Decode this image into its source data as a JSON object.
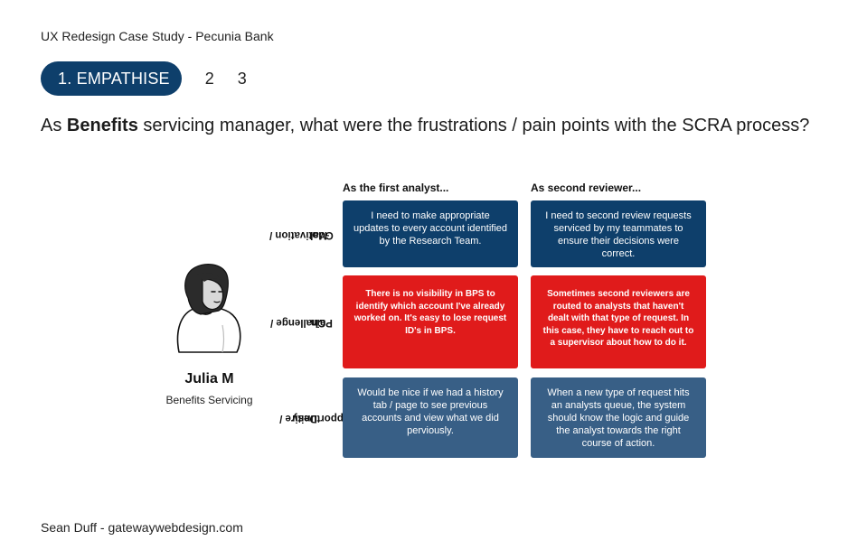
{
  "header": {
    "title": "UX Redesign Case Study - Pecunia Bank"
  },
  "steps": {
    "active": "1. EMPATHISE",
    "step2": "2",
    "step3": "3"
  },
  "question": {
    "prefix": "As ",
    "bold": "Benefits",
    "suffix": " servicing manager, what were the frustrations / pain points with the SCRA process?"
  },
  "persona": {
    "name": "Julia M",
    "role": "Benefits Servicing",
    "avatar_icon": "woman-avatar-icon"
  },
  "columns": [
    "As the first analyst...",
    "As second reviewer..."
  ],
  "rows": [
    {
      "label_line1": "Motivation /",
      "label_line2": "Goal",
      "cells": [
        "I need to make appropriate updates to every account identified by the Research Team.",
        "I need to second review requests serviced by my teammates to ensure their decisions were correct."
      ]
    },
    {
      "label_line1": "Challenge /",
      "label_line2": "Pain",
      "cells": [
        "There is no visibility in BPS to identify which account I've already worked on. It's easy to lose request ID's in BPS.",
        "Sometimes second reviewers are routed to analysts that haven't dealt with that type of request. In this case, they have to reach out to a supervisor about how to do it."
      ]
    },
    {
      "label_line1": "Desire /",
      "label_line2": "Opportunity",
      "cells": [
        "Would be nice if we had a history tab / page to see previous accounts and view what we did perviously.",
        "When a new type of request hits an analysts queue, the system should know the logic and guide the analyst towards the right course of action."
      ]
    }
  ],
  "colors": {
    "navy": "#0e3f6b",
    "red": "#e01b1b",
    "slate": "#385f86"
  },
  "footer": {
    "credit": "Sean Duff - gatewaywebdesign.com"
  }
}
